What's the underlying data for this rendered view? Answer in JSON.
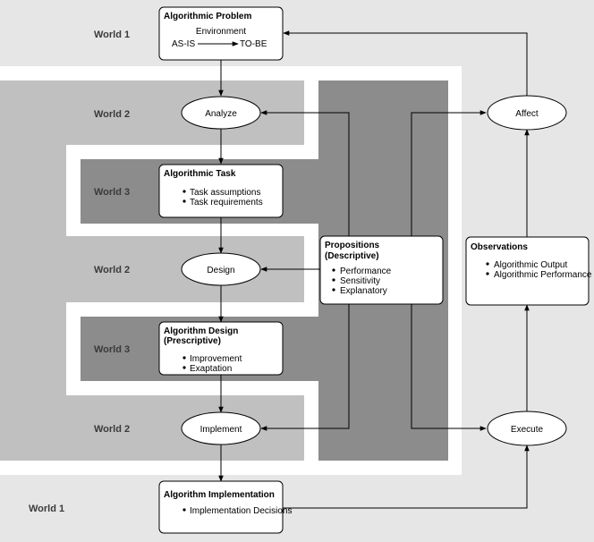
{
  "worlds": {
    "world1_top": "World 1",
    "world2_analyze": "World 2",
    "world3_task": "World 3",
    "world2_design": "World 2",
    "world3_design": "World 3",
    "world2_implement": "World 2",
    "world1_bottom": "World 1"
  },
  "nodes": {
    "analyze": "Analyze",
    "design": "Design",
    "implement": "Implement",
    "affect": "Affect",
    "execute": "Execute"
  },
  "boxes": {
    "problem": {
      "title": "Algorithmic Problem",
      "environment": "Environment",
      "as_is": "AS-IS",
      "to_be": "TO-BE"
    },
    "task": {
      "title": "Algorithmic Task",
      "items": [
        "Task assumptions",
        "Task requirements"
      ]
    },
    "design": {
      "title_line1": "Algorithm Design",
      "title_line2": "(Prescriptive)",
      "items": [
        "Improvement",
        "Exaptation"
      ]
    },
    "implementation": {
      "title": "Algorithm Implementation",
      "items": [
        "Implementation Decisions"
      ]
    },
    "propositions": {
      "title_line1": "Propositions",
      "title_line2": "(Descriptive)",
      "items": [
        "Performance",
        "Sensitivity",
        "Explanatory"
      ]
    },
    "observations": {
      "title": "Observations",
      "items": [
        "Algorithmic Output",
        "Algorithmic Performance"
      ]
    }
  },
  "colors": {
    "world1": "#e6e6e6",
    "world2": "#c0c0c0",
    "world3": "#8c8c8c",
    "white": "#ffffff"
  }
}
